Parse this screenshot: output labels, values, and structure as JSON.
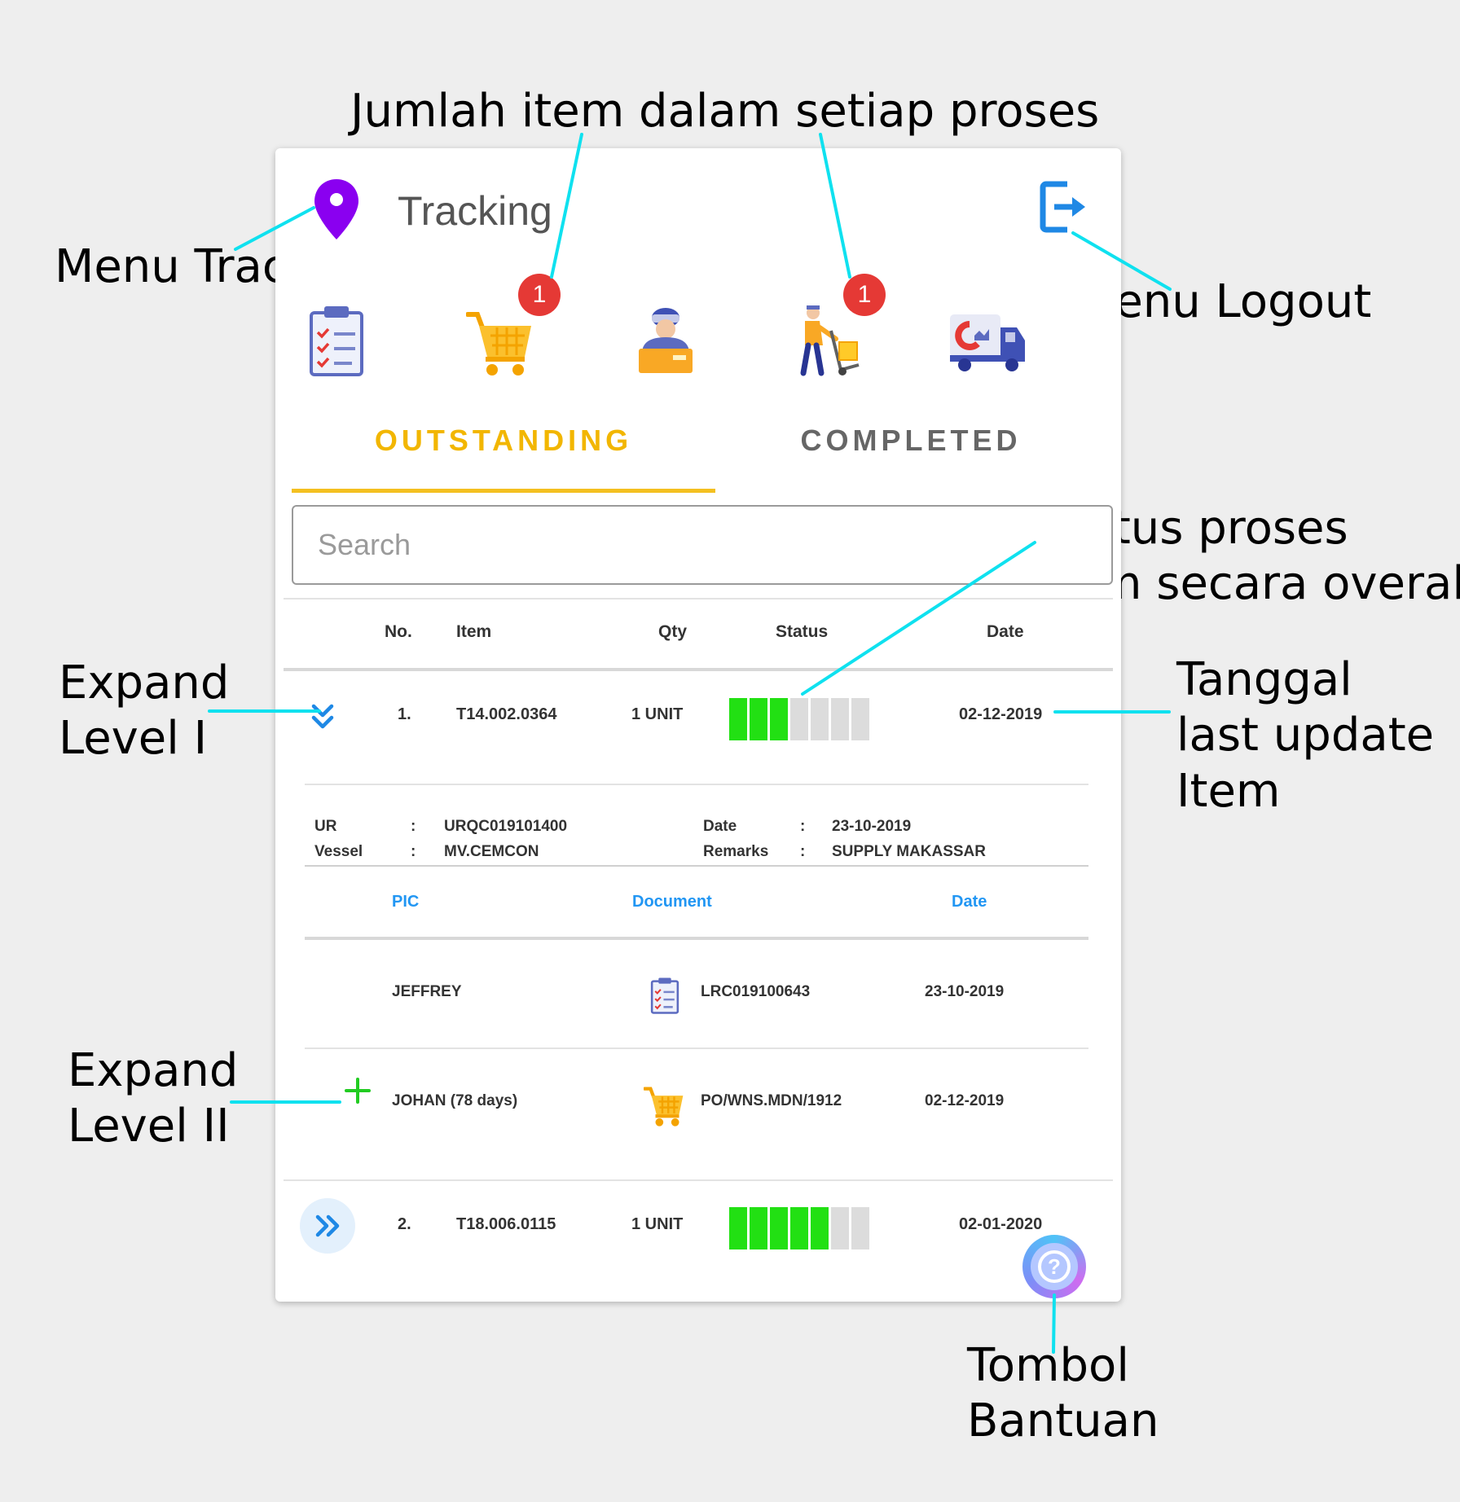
{
  "annotations": {
    "jumlah_item": "Jumlah item dalam setiap proses",
    "menu_tracking": "Menu Tracking",
    "menu_logout": "Menu Logout",
    "status_line1": "Status proses",
    "status_line2": "Item secara overall",
    "expand1_line1": "Expand",
    "expand1_line2": "Level I",
    "tanggal_line1": "Tanggal",
    "tanggal_line2": "last update",
    "tanggal_line3": "Item",
    "expand2_line1": "Expand",
    "expand2_line2": "Level II",
    "tombol_line1": "Tombol",
    "tombol_line2": "Bantuan"
  },
  "app": {
    "title": "Tracking",
    "accent_color": "#f2b600",
    "tracking_icon": "map-pin-icon",
    "logout_icon": "logout-icon"
  },
  "process_icons": [
    {
      "icon": "clipboard-checklist-icon",
      "badge": ""
    },
    {
      "icon": "shopping-cart-icon",
      "badge": "1"
    },
    {
      "icon": "warehouse-worker-icon",
      "badge": ""
    },
    {
      "icon": "hand-truck-icon",
      "badge": "1"
    },
    {
      "icon": "delivery-truck-icon",
      "badge": ""
    }
  ],
  "tabs": {
    "outstanding": "OUTSTANDING",
    "completed": "COMPLETED"
  },
  "search": {
    "placeholder": "Search"
  },
  "table": {
    "headers": {
      "no": "No.",
      "item": "Item",
      "qty": "Qty",
      "status": "Status",
      "date": "Date"
    },
    "rows": [
      {
        "no": "1.",
        "item": "T14.002.0364",
        "qty": "1 UNIT",
        "date": "02-12-2019",
        "status_filled": 3,
        "status_total": 7,
        "expanded": true
      },
      {
        "no": "2.",
        "item": "T18.006.0115",
        "qty": "1 UNIT",
        "date": "02-01-2020",
        "status_filled": 5,
        "status_total": 7,
        "expanded": false
      }
    ]
  },
  "detail": {
    "ur_label": "UR",
    "ur_value": "URQC019101400",
    "vessel_label": "Vessel",
    "vessel_value": "MV.CEMCON",
    "date_label": "Date",
    "date_value": "23-10-2019",
    "remarks_label": "Remarks",
    "remarks_value": "SUPPLY MAKASSAR",
    "sep": ":",
    "sub_headers": {
      "pic": "PIC",
      "document": "Document",
      "date": "Date"
    },
    "sub_rows": [
      {
        "pic": "JEFFREY",
        "doc_icon": "clipboard-checklist-icon",
        "document": "LRC019100643",
        "date": "23-10-2019"
      },
      {
        "pic": "JOHAN (78 days)",
        "doc_icon": "shopping-cart-icon",
        "document": "PO/WNS.MDN/1912",
        "date": "02-12-2019"
      }
    ]
  },
  "colors": {
    "status_filled": "#22e013",
    "status_empty": "#dcdcdc",
    "link_blue": "#2196f3",
    "connector": "#0fe1ef",
    "badge": "#e53935"
  },
  "help": {
    "icon": "help-question-icon"
  }
}
